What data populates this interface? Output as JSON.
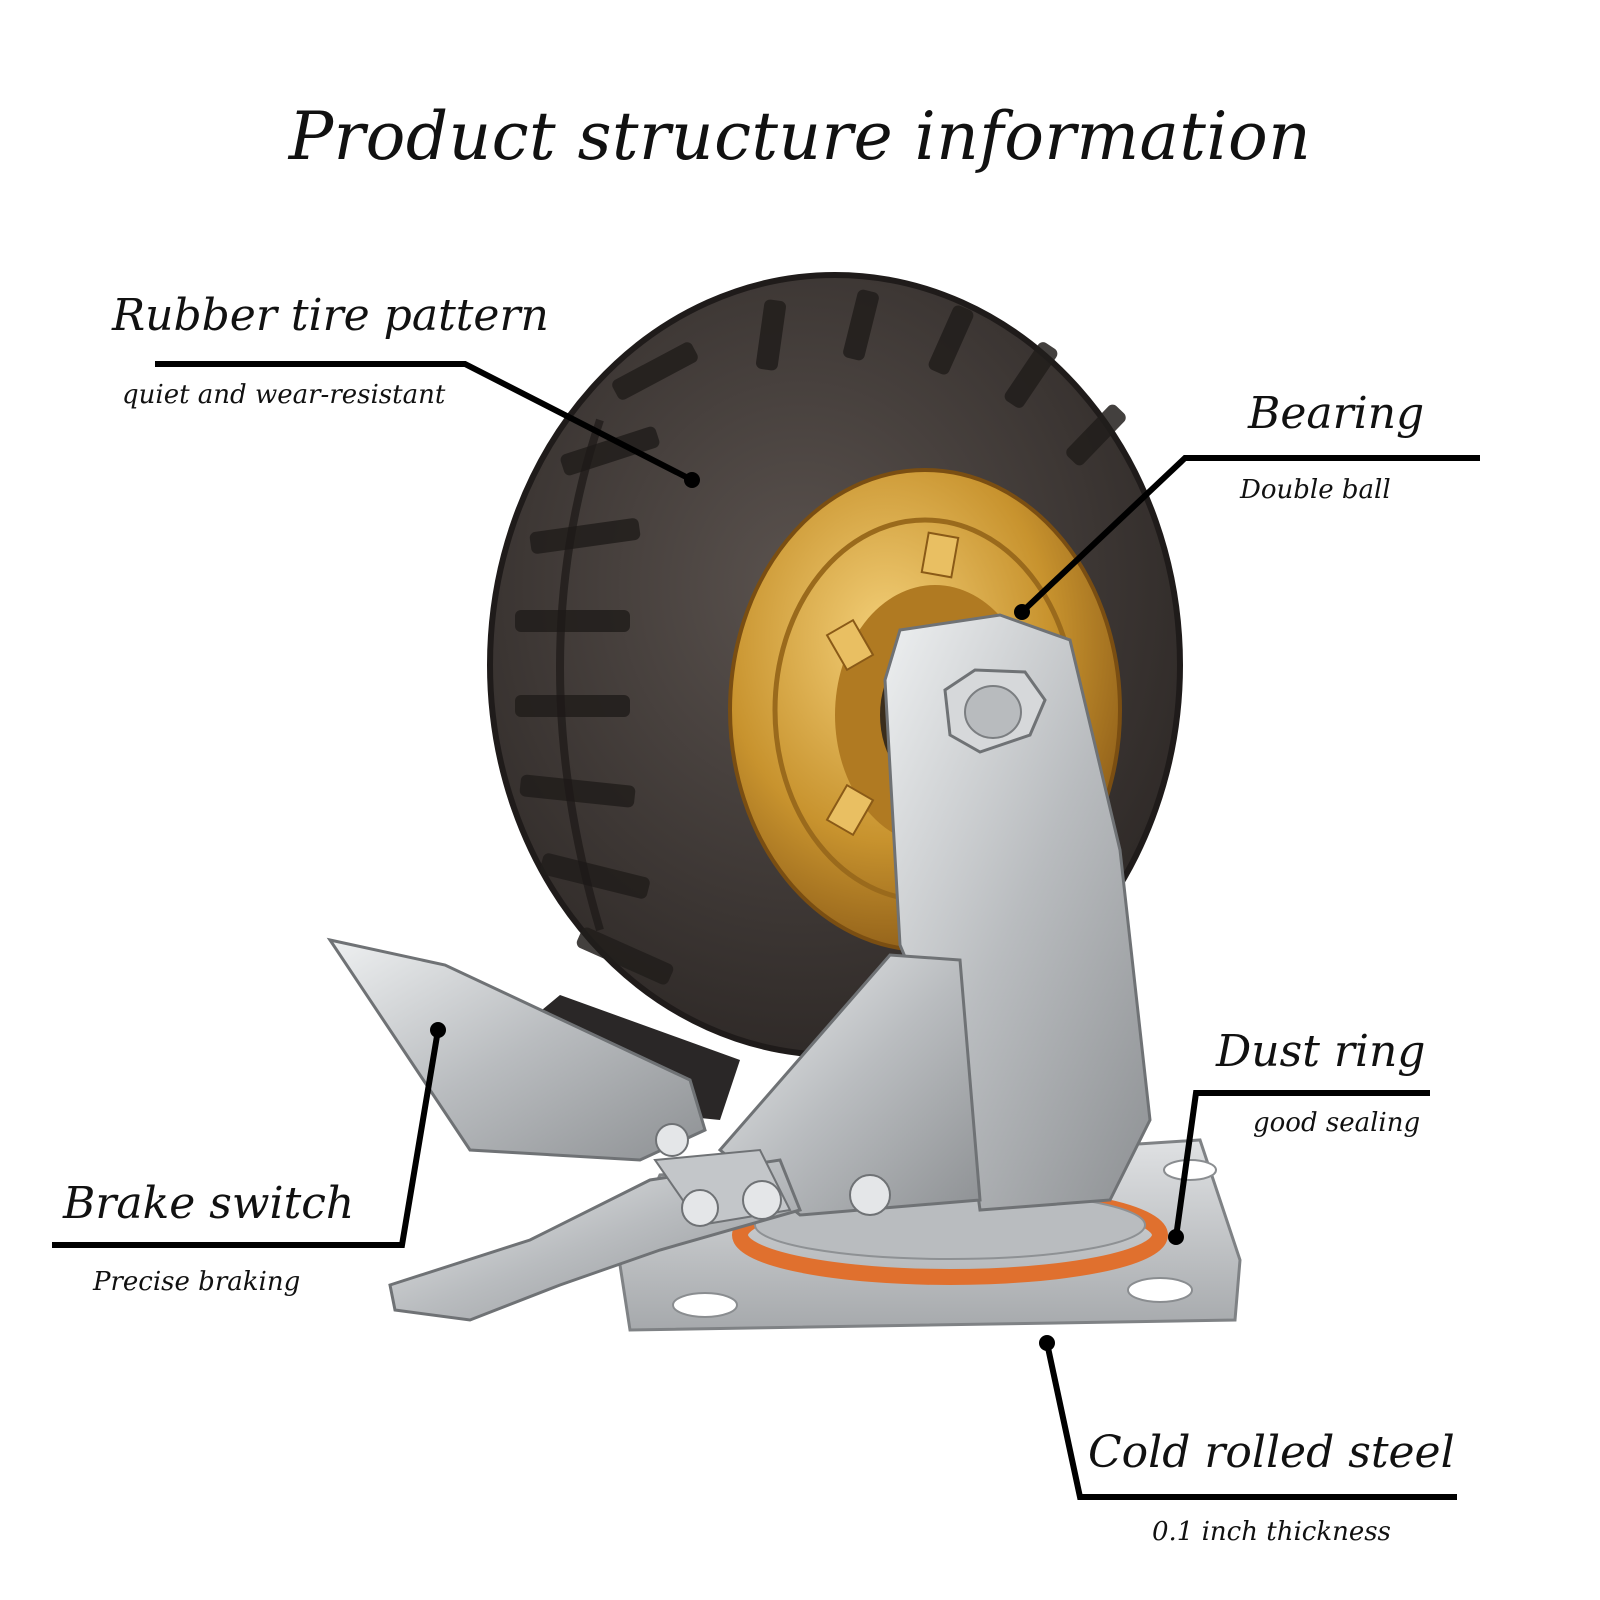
{
  "title": "Product structure information",
  "callouts": {
    "rubber_tire": {
      "label": "Rubber tire pattern",
      "sub": "quiet and wear-resistant"
    },
    "bearing": {
      "label": "Bearing",
      "sub": "Double ball"
    },
    "dust_ring": {
      "label": "Dust ring",
      "sub": "good sealing"
    },
    "brake_switch": {
      "label": "Brake switch",
      "sub": "Precise braking"
    },
    "cold_rolled_steel": {
      "label": "Cold rolled steel",
      "sub": "0.1 inch thickness"
    }
  },
  "colors": {
    "tire": "#3e3836",
    "tire_tread": "#2a2523",
    "rim_gold": "#c8932e",
    "steel": "#c9cbcd",
    "dust_ring": "#e0702e",
    "leader": "#000000"
  }
}
